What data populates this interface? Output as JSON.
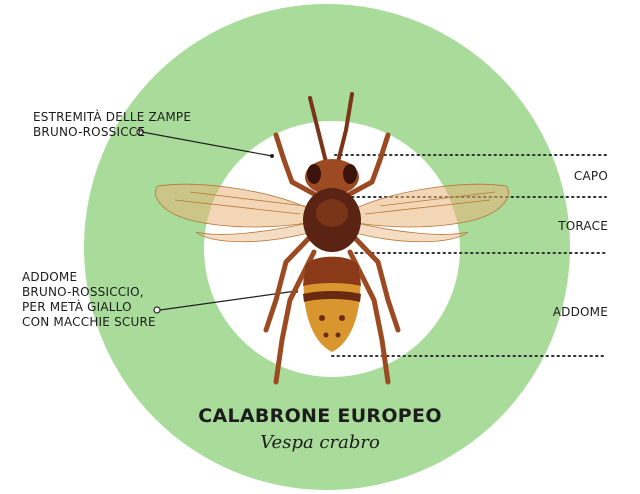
{
  "colors": {
    "ring": "#a9dc9a",
    "inner": "#ffffff",
    "text": "#1c1c1c",
    "hornet_body": "#5a2314",
    "hornet_legs": "#9c4a22",
    "hornet_yellow": "#d9962e",
    "wing": "#e8b47a"
  },
  "labels": {
    "legs_tip": [
      "ESTREMITÀ DELLE ZAMPE",
      "BRUNO-ROSSICCE"
    ],
    "abdomen_desc": [
      "ADDOME",
      "BRUNO-ROSSICCIO,",
      "PER METÀ GIALLO",
      "CON MACCHIE SCURE"
    ],
    "head": "CAPO",
    "thorax": "TORACE",
    "abdomen": "ADDOME"
  },
  "title": "CALABRONE EUROPEO",
  "subtitle": "Vespa crabro"
}
